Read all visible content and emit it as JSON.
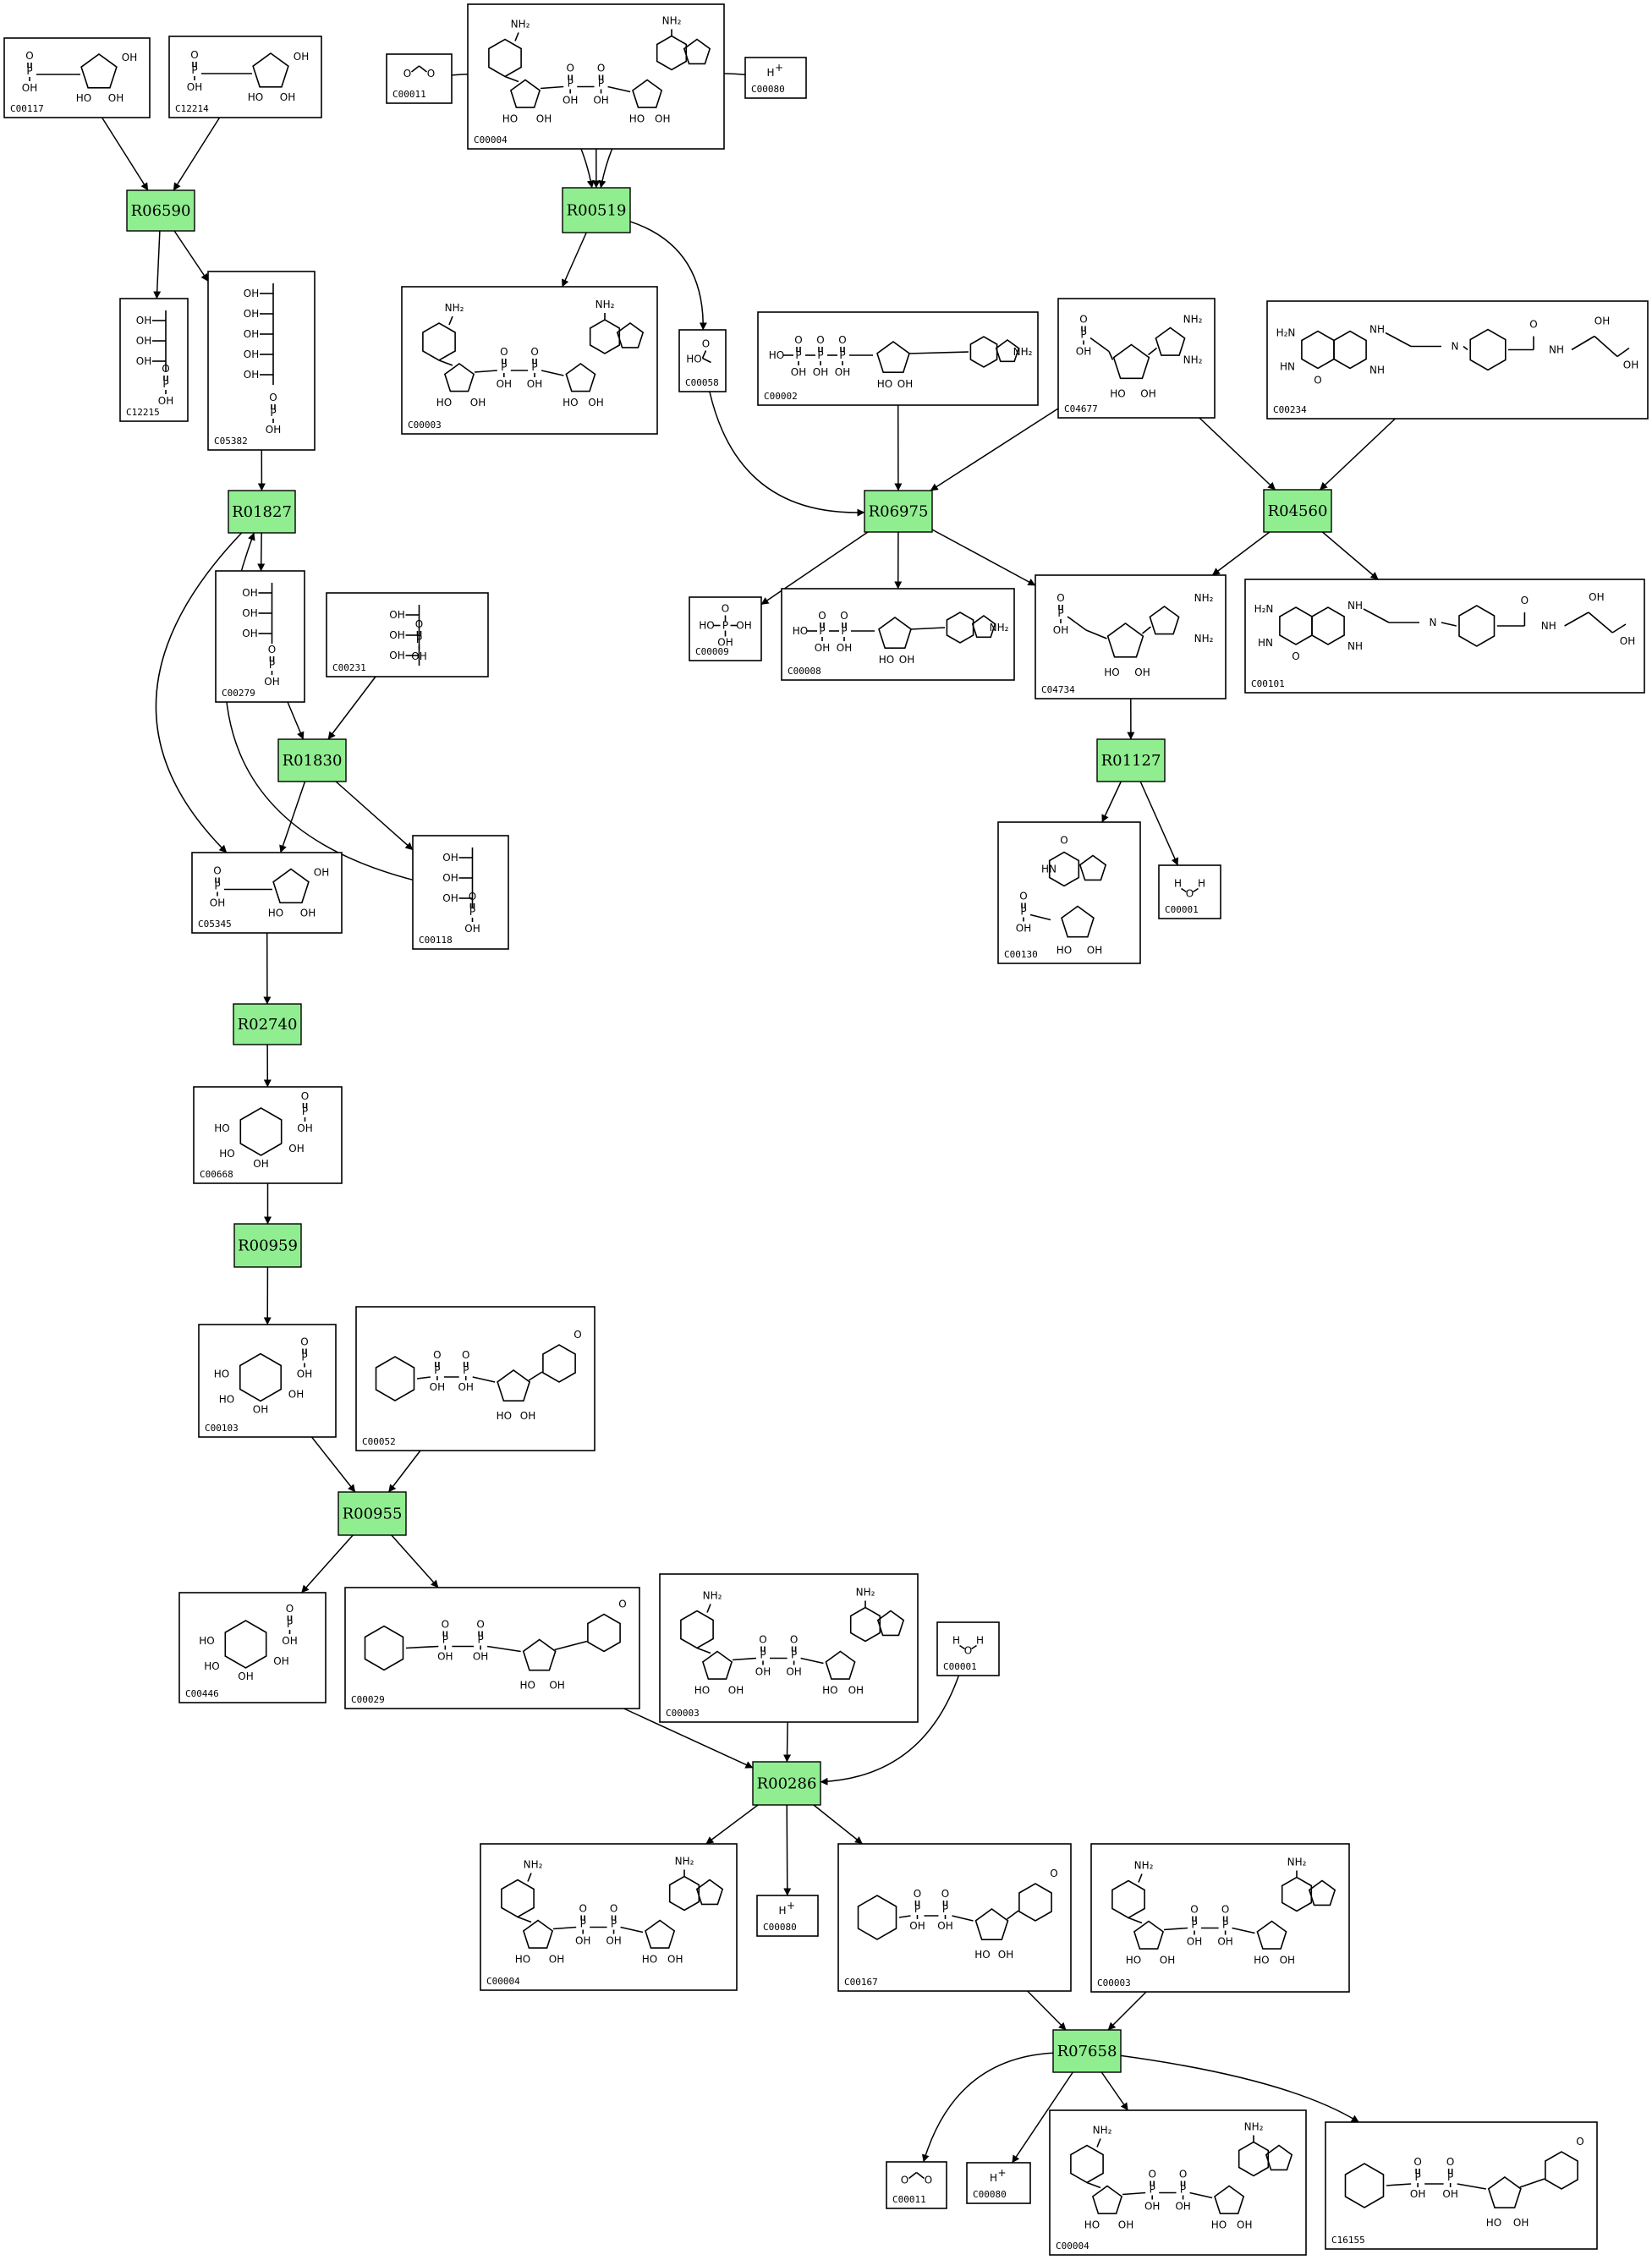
{
  "compounds": [
    {
      "id": "c_C00117",
      "label": "C00117",
      "struct": "sugarP"
    },
    {
      "id": "c_C12214",
      "label": "C12214",
      "struct": "sugarP"
    },
    {
      "id": "c_C00011",
      "label": "C00011",
      "struct": "co2"
    },
    {
      "id": "c_C00004a",
      "label": "C00004",
      "struct": "nadh"
    },
    {
      "id": "c_C00080a",
      "label": "C00080",
      "struct": "hplus"
    },
    {
      "id": "c_C12215",
      "label": "C12215",
      "struct": "chainP"
    },
    {
      "id": "c_C05382",
      "label": "C05382",
      "struct": "chainP"
    },
    {
      "id": "c_C00003a",
      "label": "C00003",
      "struct": "nad"
    },
    {
      "id": "c_C00058",
      "label": "C00058",
      "struct": "formate"
    },
    {
      "id": "c_C00002",
      "label": "C00002",
      "struct": "atp"
    },
    {
      "id": "c_C04677",
      "label": "C04677",
      "struct": "aicar"
    },
    {
      "id": "c_C00234",
      "label": "C00234",
      "struct": "folate"
    },
    {
      "id": "c_C00279",
      "label": "C00279",
      "struct": "chainP"
    },
    {
      "id": "c_C00231",
      "label": "C00231",
      "struct": "chainP"
    },
    {
      "id": "c_C00009",
      "label": "C00009",
      "struct": "phosphate"
    },
    {
      "id": "c_C00008",
      "label": "C00008",
      "struct": "adp"
    },
    {
      "id": "c_C04734",
      "label": "C04734",
      "struct": "aicar"
    },
    {
      "id": "c_C00101",
      "label": "C00101",
      "struct": "folate"
    },
    {
      "id": "c_C05345",
      "label": "C05345",
      "struct": "sugarP"
    },
    {
      "id": "c_C00118",
      "label": "C00118",
      "struct": "chainP"
    },
    {
      "id": "c_C00130",
      "label": "C00130",
      "struct": "imp"
    },
    {
      "id": "c_C00001a",
      "label": "C00001",
      "struct": "water"
    },
    {
      "id": "c_C00668",
      "label": "C00668",
      "struct": "hexoseP"
    },
    {
      "id": "c_C00103",
      "label": "C00103",
      "struct": "hexoseP"
    },
    {
      "id": "c_C00052",
      "label": "C00052",
      "struct": "udpsugar"
    },
    {
      "id": "c_C00446",
      "label": "C00446",
      "struct": "hexoseP"
    },
    {
      "id": "c_C00029",
      "label": "C00029",
      "struct": "udpsugar"
    },
    {
      "id": "c_C00003b",
      "label": "C00003",
      "struct": "nad"
    },
    {
      "id": "c_C00001b",
      "label": "C00001",
      "struct": "water"
    },
    {
      "id": "c_C00004b",
      "label": "C00004",
      "struct": "nadh"
    },
    {
      "id": "c_C00080b",
      "label": "C00080",
      "struct": "hplus"
    },
    {
      "id": "c_C00167",
      "label": "C00167",
      "struct": "udpsugar"
    },
    {
      "id": "c_C00003c",
      "label": "C00003",
      "struct": "nad"
    },
    {
      "id": "c_C00011b",
      "label": "C00011",
      "struct": "co2"
    },
    {
      "id": "c_C00080c",
      "label": "C00080",
      "struct": "hplus"
    },
    {
      "id": "c_C00004c",
      "label": "C00004",
      "struct": "nadh"
    },
    {
      "id": "c_C16155",
      "label": "C16155",
      "struct": "udpsugar"
    }
  ],
  "reactions": [
    {
      "id": "r_R06590",
      "label": "R06590"
    },
    {
      "id": "r_R00519",
      "label": "R00519"
    },
    {
      "id": "r_R01827",
      "label": "R01827"
    },
    {
      "id": "r_R06975",
      "label": "R06975"
    },
    {
      "id": "r_R04560",
      "label": "R04560"
    },
    {
      "id": "r_R01830",
      "label": "R01830"
    },
    {
      "id": "r_R01127",
      "label": "R01127"
    },
    {
      "id": "r_R02740",
      "label": "R02740"
    },
    {
      "id": "r_R00959",
      "label": "R00959"
    },
    {
      "id": "r_R00955",
      "label": "R00955"
    },
    {
      "id": "r_R00286",
      "label": "R00286"
    },
    {
      "id": "r_R07658",
      "label": "R07658"
    }
  ],
  "edges": [
    [
      "c_C00117",
      "r_R06590"
    ],
    [
      "c_C12214",
      "r_R06590"
    ],
    [
      "r_R06590",
      "c_C12215"
    ],
    [
      "r_R06590",
      "c_C05382"
    ],
    [
      "c_C00011",
      "r_R00519"
    ],
    [
      "c_C00004a",
      "r_R00519"
    ],
    [
      "c_C00080a",
      "r_R00519"
    ],
    [
      "r_R00519",
      "c_C00003a"
    ],
    [
      "r_R00519",
      "c_C00058"
    ],
    [
      "c_C05382",
      "r_R01827"
    ],
    [
      "c_C00118",
      "r_R01827"
    ],
    [
      "r_R01827",
      "c_C00279"
    ],
    [
      "r_R01827",
      "c_C05345"
    ],
    [
      "c_C00279",
      "r_R01830"
    ],
    [
      "c_C00231",
      "r_R01830"
    ],
    [
      "r_R01830",
      "c_C05345"
    ],
    [
      "r_R01830",
      "c_C00118"
    ],
    [
      "c_C00058",
      "r_R06975"
    ],
    [
      "c_C00002",
      "r_R06975"
    ],
    [
      "c_C04677",
      "r_R06975"
    ],
    [
      "r_R06975",
      "c_C00009"
    ],
    [
      "r_R06975",
      "c_C00008"
    ],
    [
      "r_R06975",
      "c_C04734"
    ],
    [
      "c_C04677",
      "r_R04560"
    ],
    [
      "c_C00234",
      "r_R04560"
    ],
    [
      "r_R04560",
      "c_C04734"
    ],
    [
      "r_R04560",
      "c_C00101"
    ],
    [
      "c_C04734",
      "r_R01127"
    ],
    [
      "r_R01127",
      "c_C00130"
    ],
    [
      "r_R01127",
      "c_C00001a"
    ],
    [
      "c_C05345",
      "r_R02740"
    ],
    [
      "r_R02740",
      "c_C00668"
    ],
    [
      "c_C00668",
      "r_R00959"
    ],
    [
      "r_R00959",
      "c_C00103"
    ],
    [
      "c_C00103",
      "r_R00955"
    ],
    [
      "c_C00052",
      "r_R00955"
    ],
    [
      "r_R00955",
      "c_C00446"
    ],
    [
      "r_R00955",
      "c_C00029"
    ],
    [
      "c_C00029",
      "r_R00286"
    ],
    [
      "c_C00003b",
      "r_R00286"
    ],
    [
      "c_C00001b",
      "r_R00286"
    ],
    [
      "r_R00286",
      "c_C00004b"
    ],
    [
      "r_R00286",
      "c_C00080b"
    ],
    [
      "r_R00286",
      "c_C00167"
    ],
    [
      "c_C00167",
      "r_R07658"
    ],
    [
      "c_C00003c",
      "r_R07658"
    ],
    [
      "r_R07658",
      "c_C00011b"
    ],
    [
      "r_R07658",
      "c_C00080c"
    ],
    [
      "r_R07658",
      "c_C00004c"
    ],
    [
      "r_R07658",
      "c_C16155"
    ]
  ],
  "colors": {
    "reaction_fill": "#90ee90",
    "stroke": "#000000",
    "background": "#ffffff"
  }
}
